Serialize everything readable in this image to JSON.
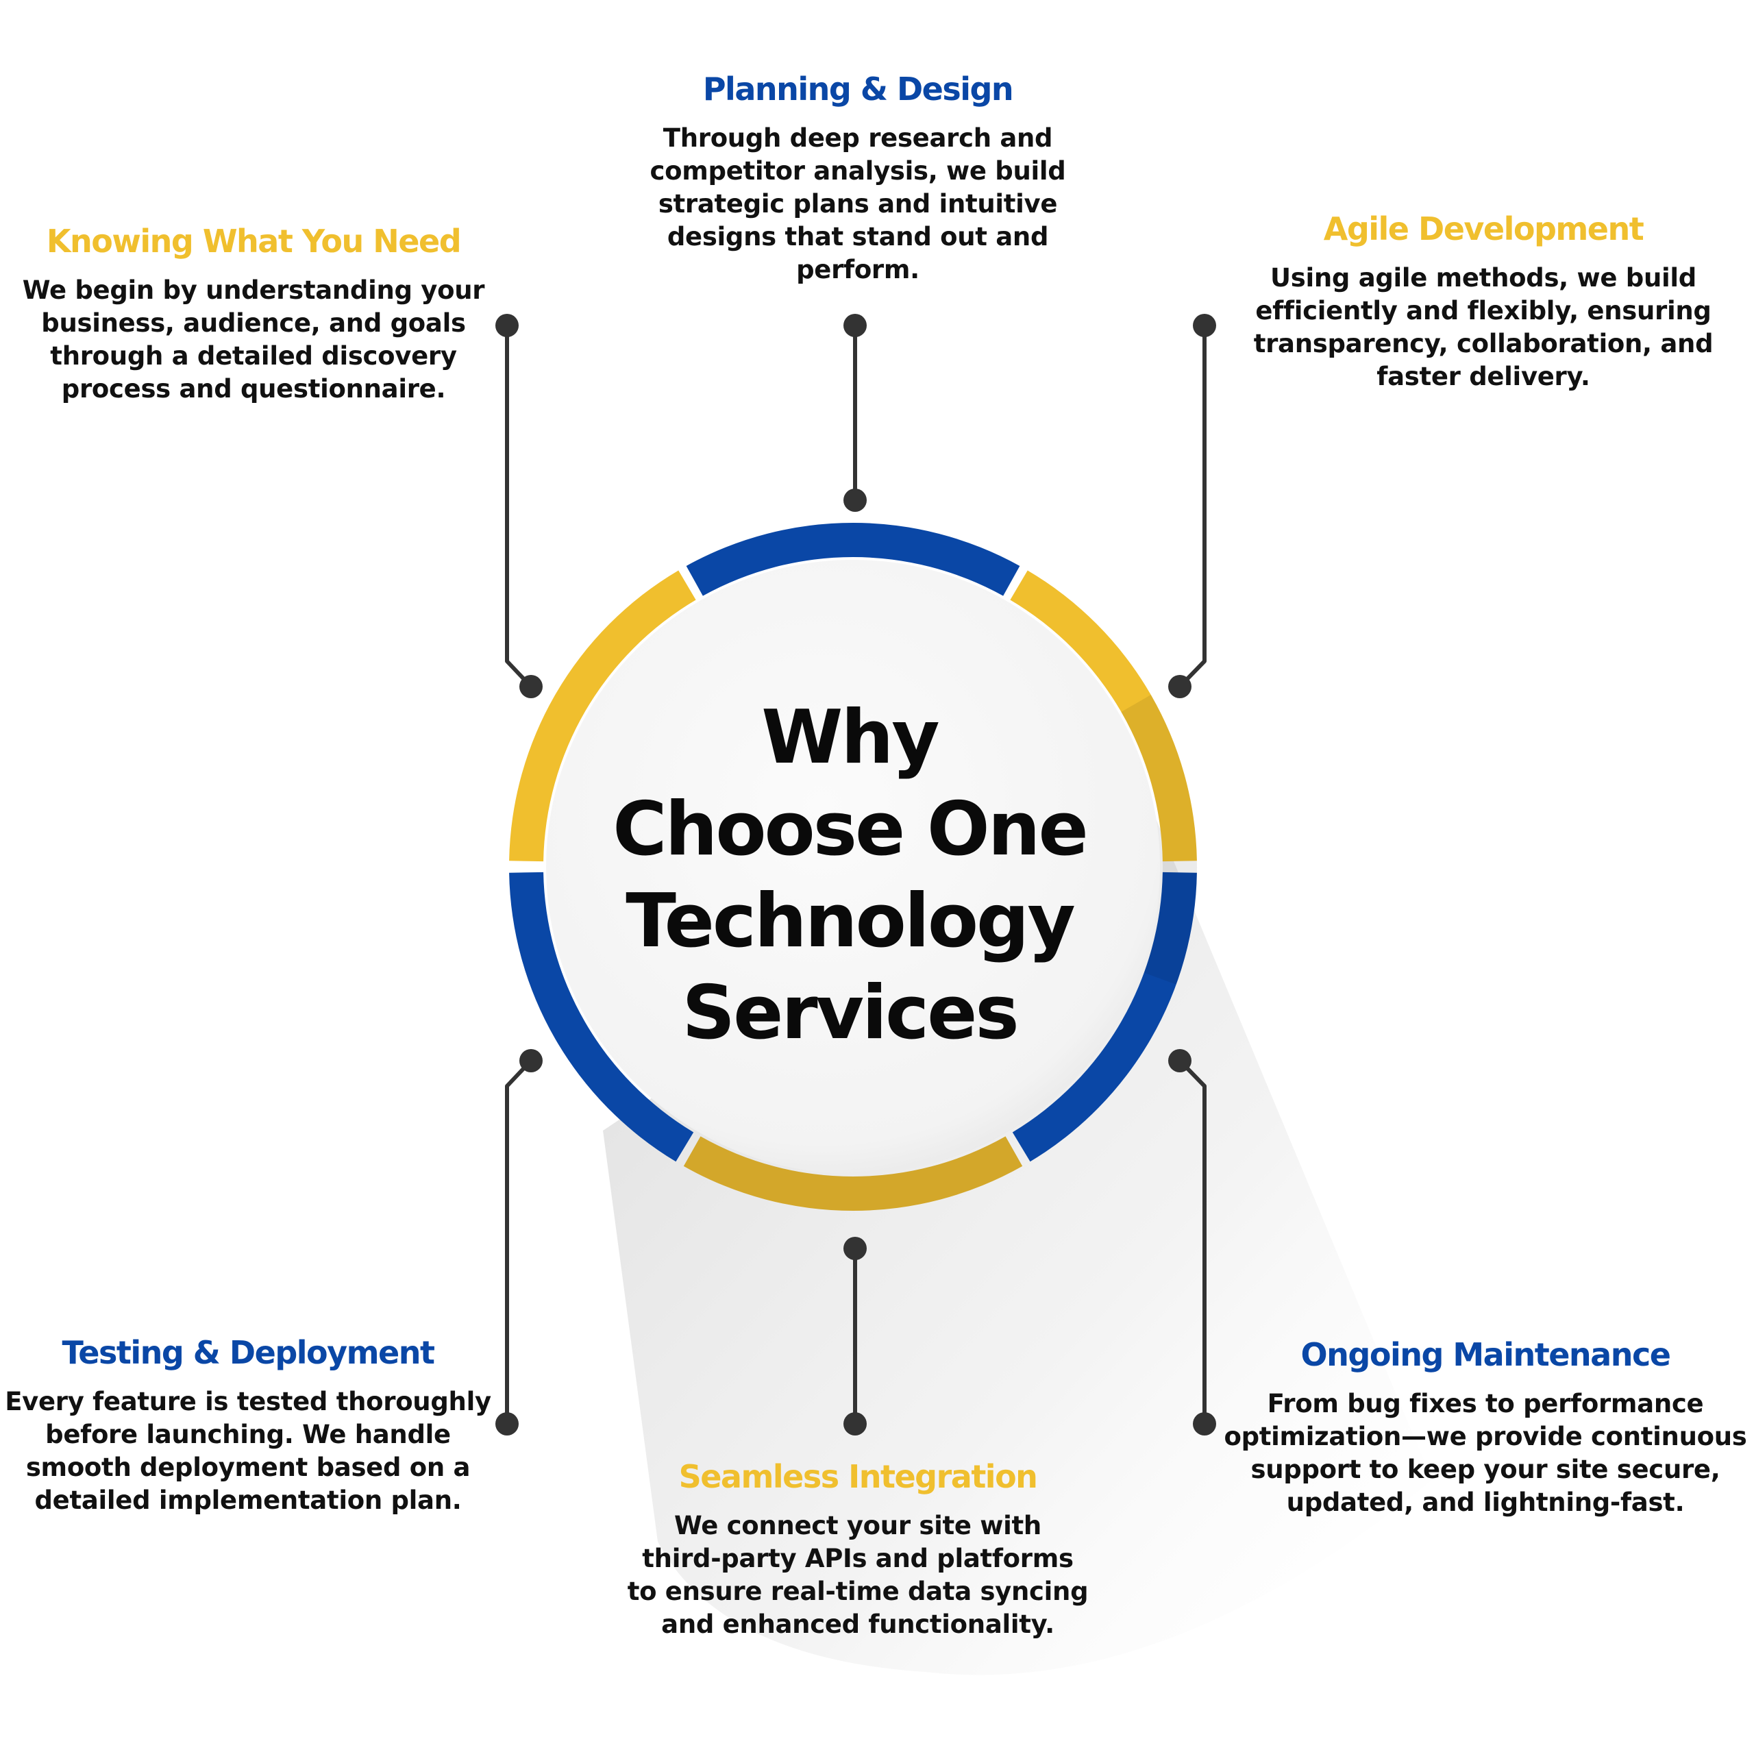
{
  "colors": {
    "blue": "#0a47a6",
    "yellow": "#f0bf2e",
    "dark_yellow": "#d3a72a",
    "connector": "#333333",
    "text": "#111111"
  },
  "center": {
    "title_lines": [
      "Why",
      "Choose One",
      "Technology",
      "Services"
    ]
  },
  "steps": [
    {
      "id": "knowing",
      "title": "Knowing What You Need",
      "color": "#f0bf2e",
      "lines": [
        "We begin by understanding your",
        "business, audience, and goals",
        "through a detailed discovery",
        "process and questionnaire."
      ]
    },
    {
      "id": "planning",
      "title": "Planning & Design",
      "color": "#0a47a6",
      "lines": [
        "Through deep research and",
        "competitor analysis, we build",
        "strategic plans and intuitive",
        "designs that stand out and",
        "perform."
      ]
    },
    {
      "id": "agile",
      "title": "Agile Development",
      "color": "#f0bf2e",
      "lines": [
        "Using agile methods, we build",
        "efficiently and flexibly, ensuring",
        "transparency, collaboration, and",
        "faster delivery."
      ]
    },
    {
      "id": "testing",
      "title": "Testing & Deployment",
      "color": "#0a47a6",
      "lines": [
        "Every feature is tested thoroughly",
        "before launching. We handle",
        "smooth deployment based on a",
        "detailed implementation plan."
      ]
    },
    {
      "id": "integration",
      "title": "Seamless Integration",
      "color": "#f0bf2e",
      "lines": [
        "We connect your site with",
        "third-party APIs and platforms",
        "to ensure real-time data syncing",
        "and enhanced functionality."
      ]
    },
    {
      "id": "maintenance",
      "title": "Ongoing Maintenance",
      "color": "#0a47a6",
      "lines": [
        "From bug fixes to performance",
        "optimization—we provide continuous",
        "support to keep your site secure,",
        "updated, and lightning-fast."
      ]
    }
  ]
}
